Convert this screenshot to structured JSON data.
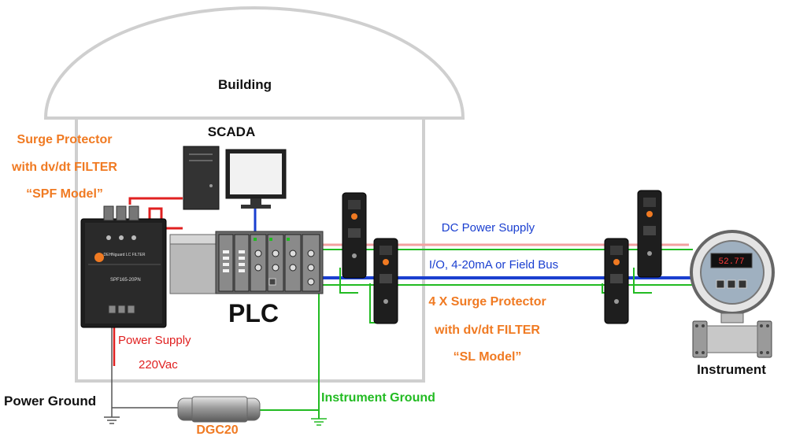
{
  "labels": {
    "building": "Building",
    "scada": "SCADA",
    "plc": "PLC",
    "instrument": "Instrument",
    "power_ground": "Power Ground",
    "instrument_ground": "Instrument Ground",
    "dgc": "DGC20",
    "dc_power_supply": "DC Power Supply",
    "io_bus": "I/O, 4-20mA or Field Bus",
    "power_supply": "Power Supply",
    "voltage": "220Vac"
  },
  "spf_callout": [
    "Surge Protector",
    "with dv/dt FILTER",
    "“SPF Model”"
  ],
  "sl_callout": [
    "4 X Surge Protector",
    "with dv/dt FILTER",
    "“SL Model”"
  ],
  "device_text": {
    "spf_part": "SPF165-20PN",
    "spf_header": "DEHNguard LC FILTER",
    "meter_readout": "52.77"
  },
  "colors": {
    "orange": "#f07a22",
    "blue": "#1a3fd0",
    "red": "#e02020",
    "green": "#22bb22",
    "wire_pink": "#f2a0a0",
    "outline": "#cccccc"
  }
}
